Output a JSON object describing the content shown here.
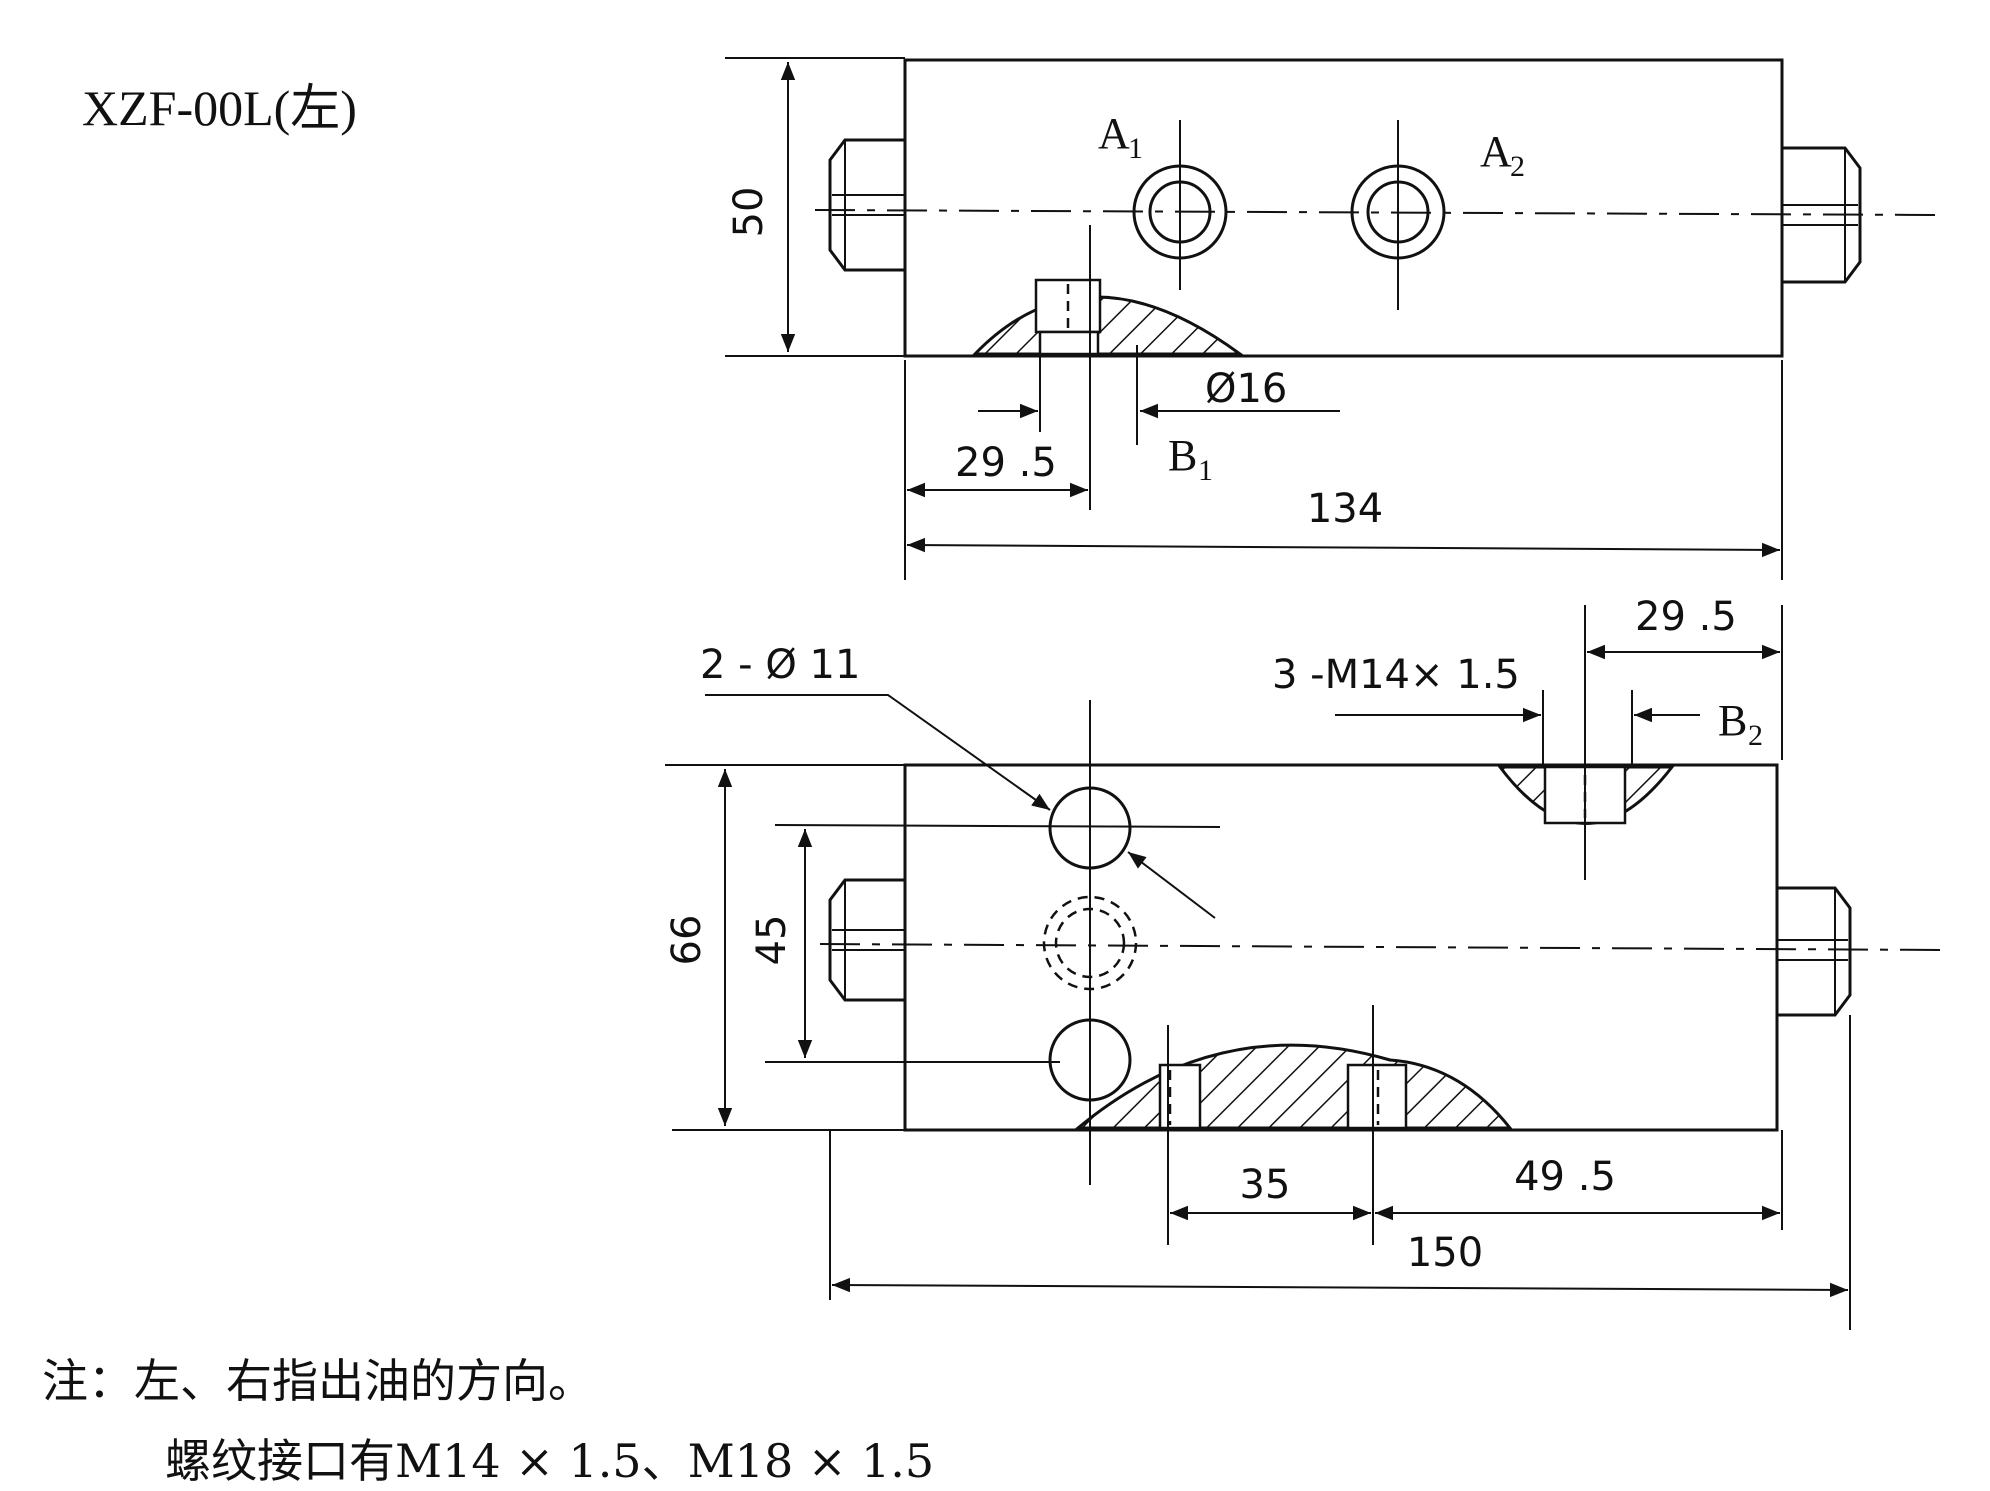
{
  "model": "XZF-00L(左)",
  "top_view": {
    "port_a1": {
      "letter": "A",
      "index": "1"
    },
    "port_a2": {
      "letter": "A",
      "index": "2"
    },
    "port_b1": {
      "letter": "B",
      "index": "1"
    },
    "dim_height": "50",
    "dim_bore": "Ø16",
    "dim_offset": "29 .5",
    "dim_length": "134"
  },
  "bottom_view": {
    "callout_holes": "2 - Ø 11",
    "callout_thread": "3 -M14× 1.5",
    "port_b2": {
      "letter": "B",
      "index": "2"
    },
    "dim_offset_right": "29 .5",
    "dim_height_outer": "66",
    "dim_height_inner": "45",
    "dim_spacing": "35",
    "dim_from_right": "49 .5",
    "dim_length": "150"
  },
  "notes": {
    "line1": "注：左、右指出油的方向。",
    "line2": "螺纹接口有M14 × 1.5、M18 × 1.5"
  }
}
